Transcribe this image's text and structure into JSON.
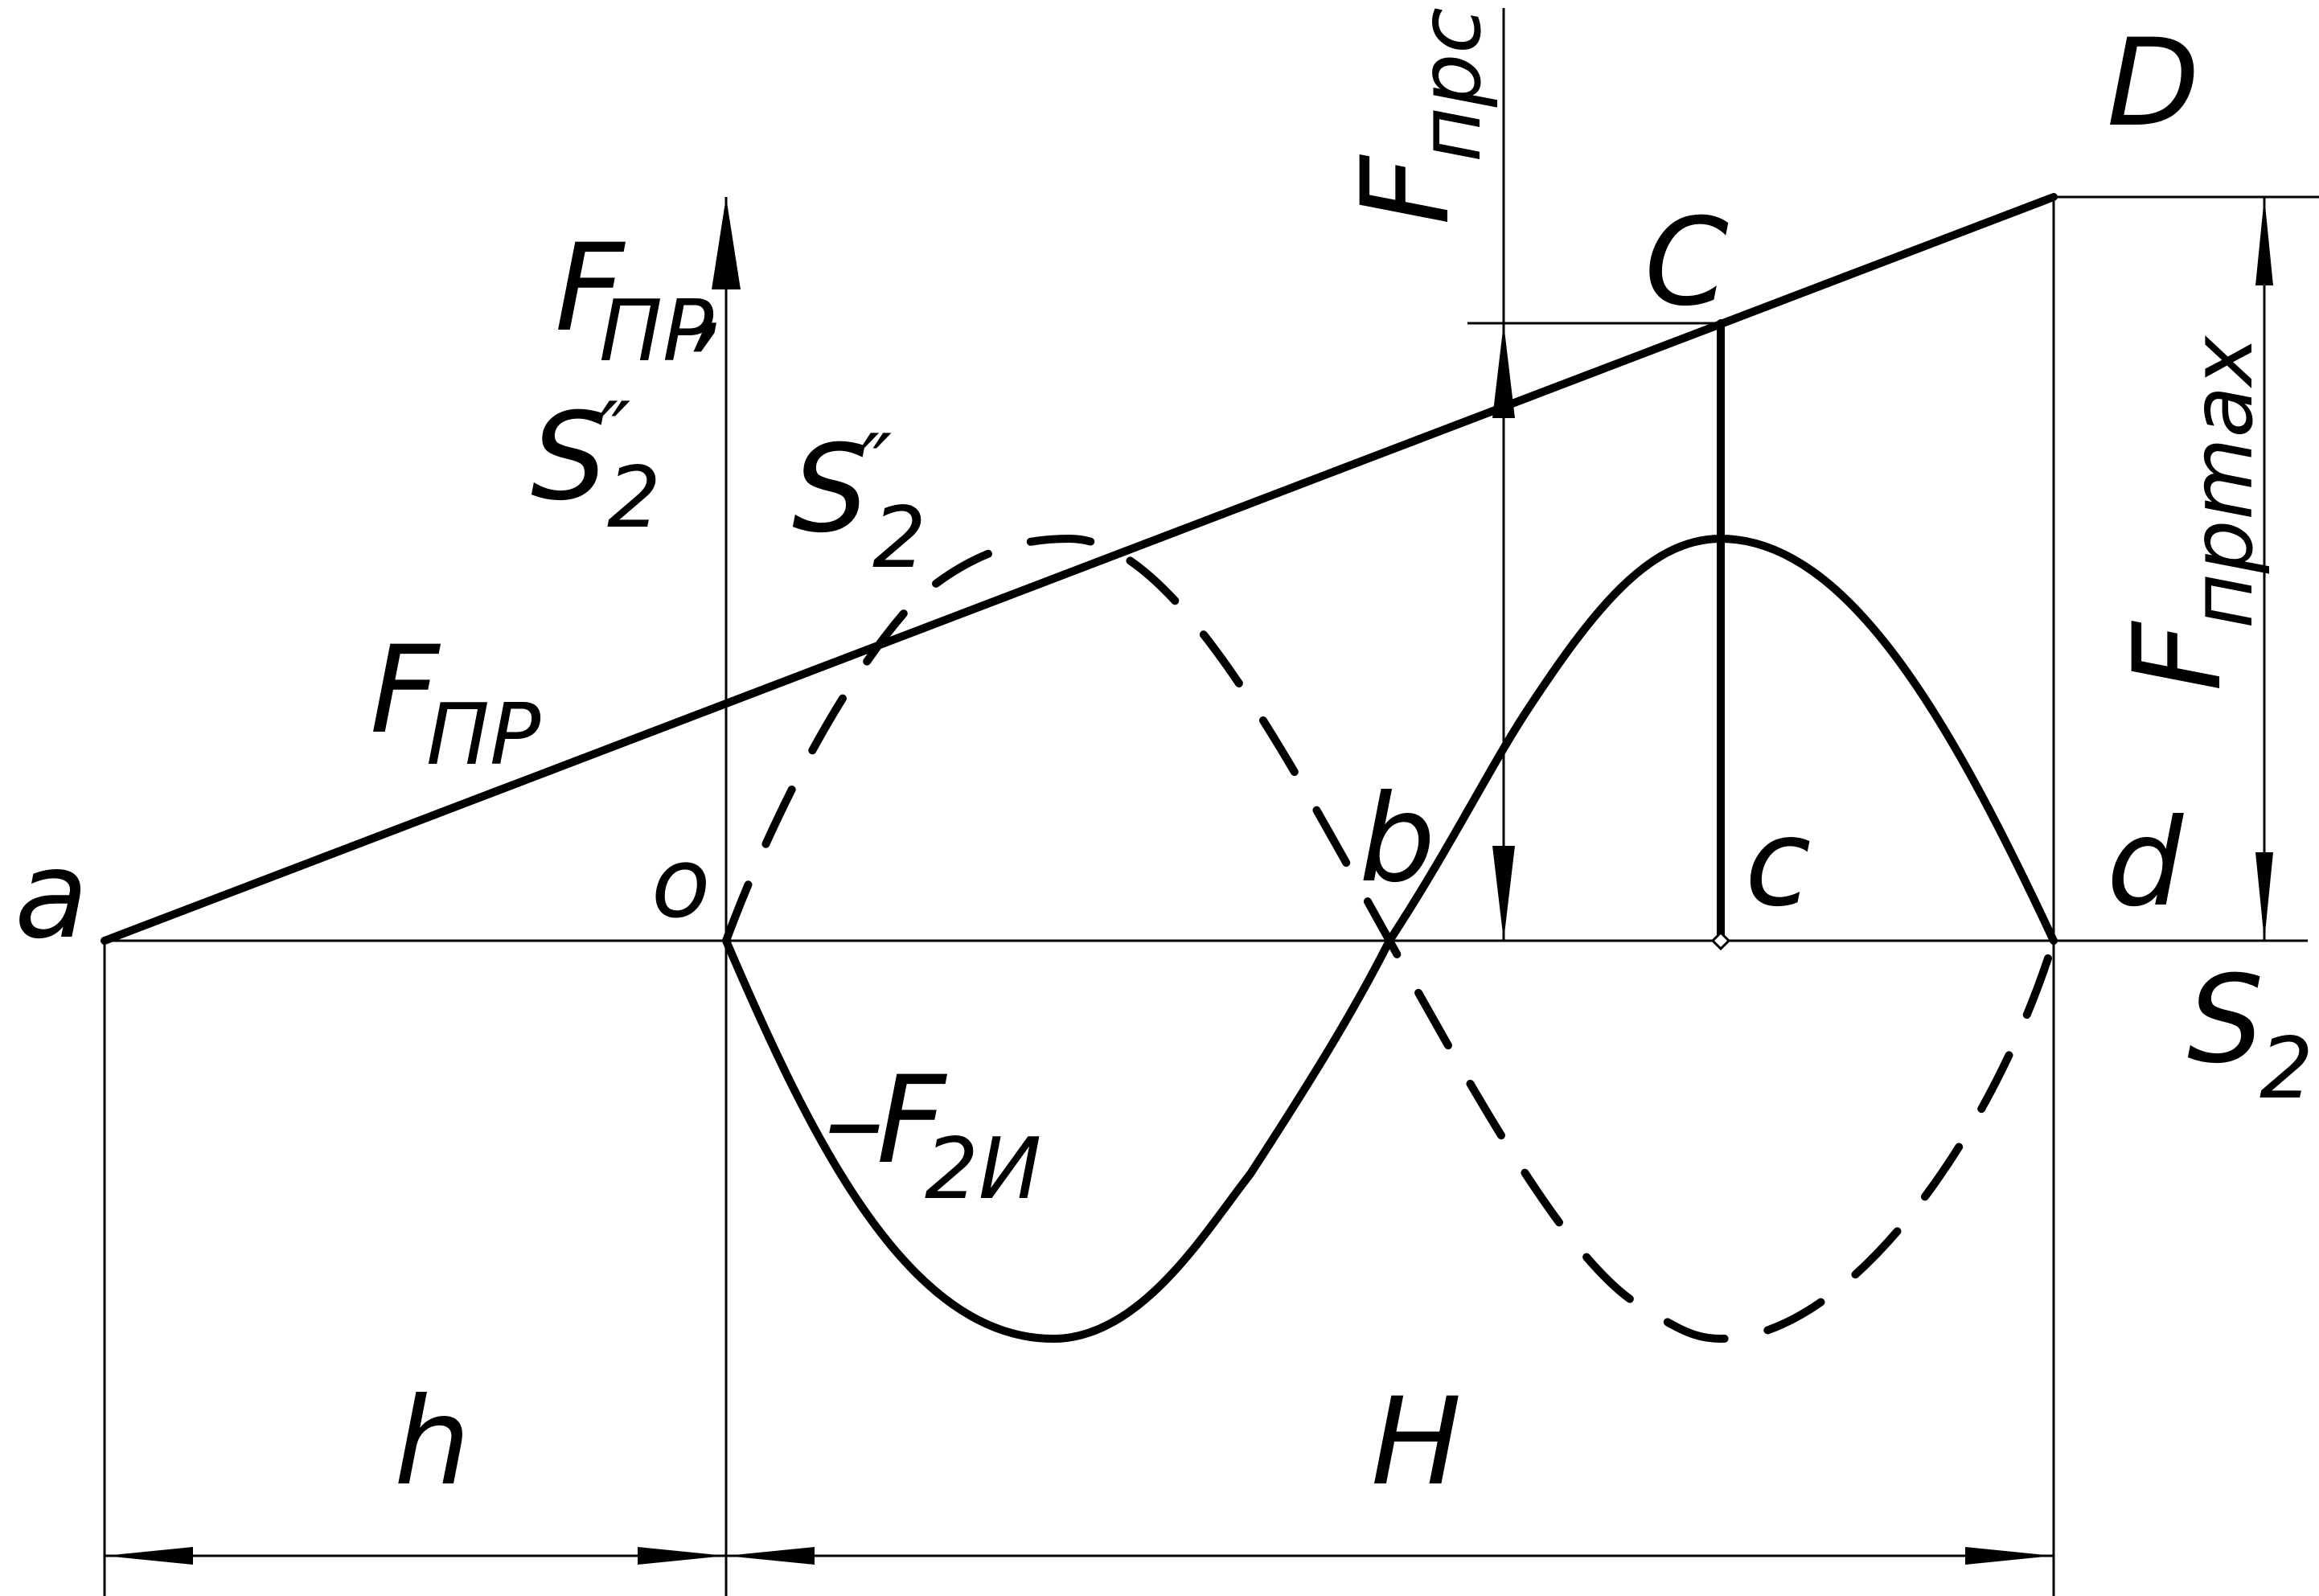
{
  "labels": {
    "a": "a",
    "o": "o",
    "b": "b",
    "c_low": "c",
    "d_low": "d",
    "C_up": "C",
    "D_up": "D",
    "h": "h",
    "H": "H",
    "S2_axis": "S",
    "S2_axis_sub": "2",
    "yaxis_F": "F",
    "yaxis_F_sub": "ПР",
    "yaxis_comma": ",",
    "yaxis_S": "S",
    "yaxis_S_sup": "″",
    "yaxis_S_sub": "2",
    "curve_S": "S",
    "curve_S_sup": "″",
    "curve_S_sub": "2",
    "Fpr_F": "F",
    "Fpr_sub": "ПР",
    "F2i_dash": "–",
    "F2i_F": "F",
    "F2i_sub": "2И",
    "Fprc_F": "F",
    "Fprc_sub": "прс",
    "Fprmax_F": "F",
    "Fprmax_sub": "прmax"
  }
}
